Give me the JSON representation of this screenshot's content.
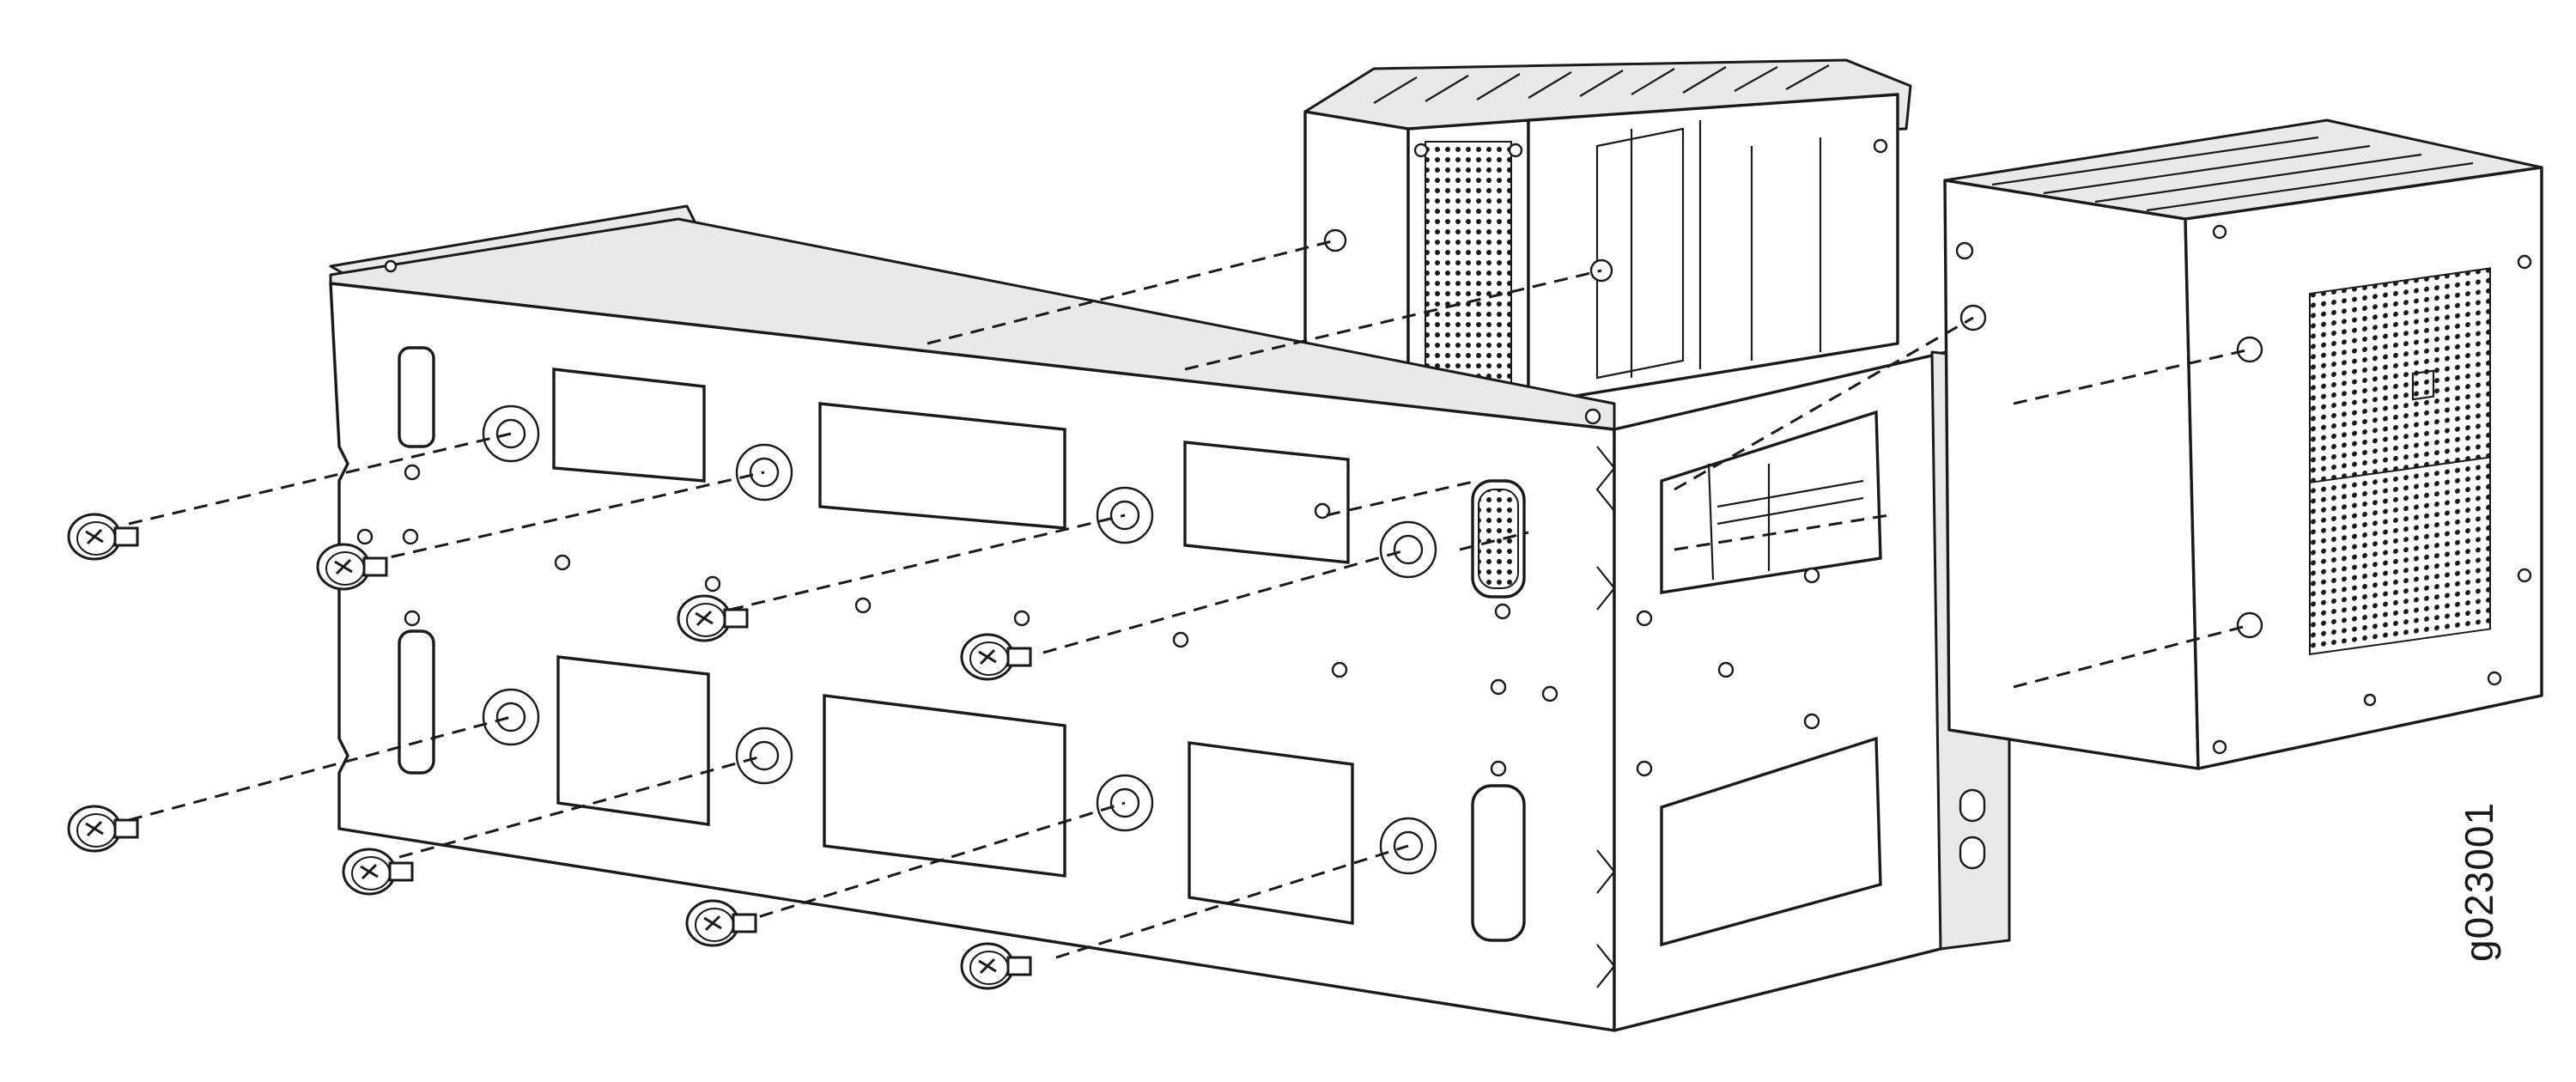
{
  "figure": {
    "id_label": "g023001"
  },
  "parts": {
    "screws_count": 8,
    "icons": [
      "rack-mount-bracket",
      "flathead-screw-icon",
      "device-chassis-icon",
      "power-supply-unit-icon"
    ]
  },
  "colors": {
    "line": "#1a1a1a",
    "background": "#ffffff",
    "shade": "#e9e9e9"
  }
}
